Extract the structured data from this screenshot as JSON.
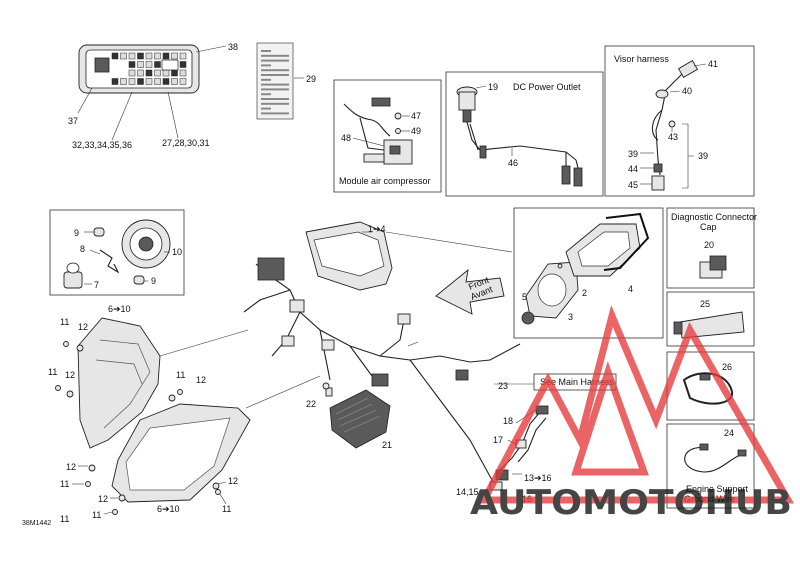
{
  "labels": {
    "l38": "38",
    "l37": "37",
    "l32": "32,33,34,35,36",
    "l27": "27,28,30,31",
    "l29": "29",
    "l19": "19",
    "l47": "47",
    "l49": "49",
    "l48": "48",
    "l46": "46",
    "l41": "41",
    "l40": "40",
    "l43": "43",
    "l39a": "39",
    "l39b": "39",
    "l44": "44",
    "l45": "45",
    "l1_4": "1➔4",
    "l9a": "9",
    "l8": "8",
    "l10": "10",
    "l7": "7",
    "l9b": "9",
    "l6_10a": "6➔10",
    "l11a": "11",
    "l12a": "12",
    "l11b": "11",
    "l12b": "12",
    "l11c": "11",
    "l12c": "12",
    "l11d": "11",
    "l12d": "12",
    "l11e": "11",
    "l12e": "12",
    "l11f": "11",
    "l12f": "12",
    "l11g": "11",
    "l6_10b": "6➔10",
    "l2": "2",
    "l3": "3",
    "l4": "4",
    "l5": "5",
    "l20": "20",
    "l25": "25",
    "l26": "26",
    "l24": "24",
    "l23": "23",
    "l22": "22",
    "l21": "21",
    "l18": "18",
    "l17": "17",
    "l13_16": "13➔16",
    "l14_15": "14,15",
    "l16": "16"
  },
  "captions": {
    "module": "Module air compressor",
    "dc": "DC Power Outlet",
    "visor": "Visor harness",
    "diag_line1": "Diagnostic Connector",
    "diag_line2": "Cap",
    "ground_line1": "Engine Support",
    "ground_line2": "Ground Wire",
    "main_harness": "See Main Harness",
    "front_line1": "Front",
    "front_line2": "Avant",
    "drawing_no": "38M1442"
  },
  "watermark": {
    "text": "AUTOMOTOHUB",
    "color": "#e5383b",
    "accent": "#f2b705"
  }
}
